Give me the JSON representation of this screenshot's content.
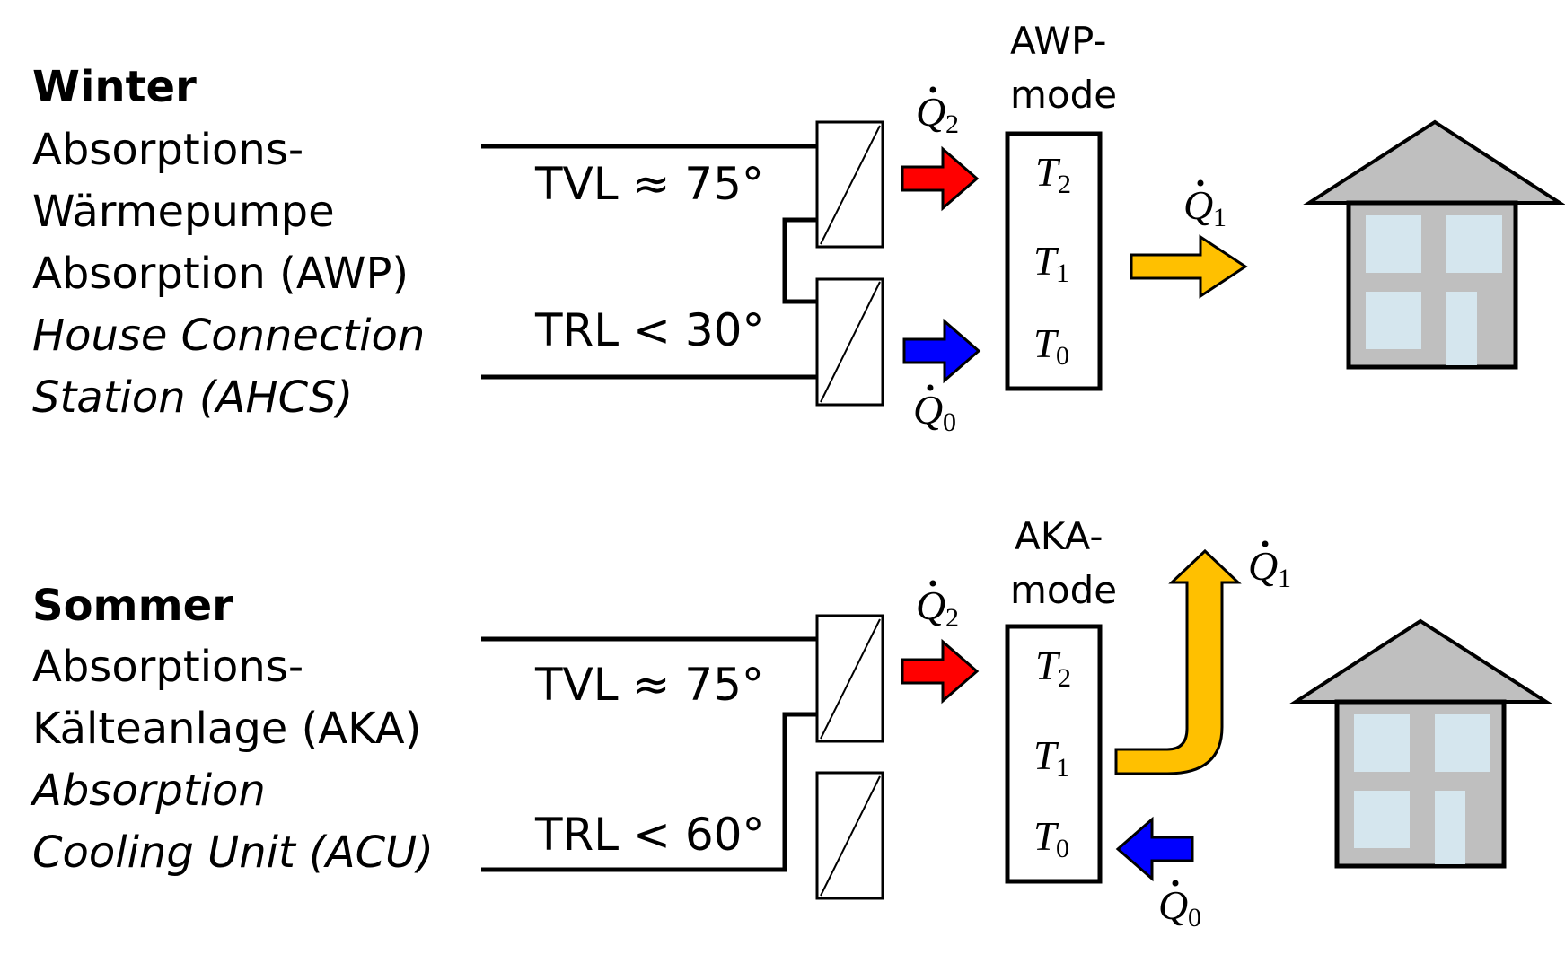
{
  "winter": {
    "title": "Winter",
    "line1": "Absorptions-",
    "line2": "Wärmepumpe",
    "line3": "Absorption (AWP)",
    "line4": "House Connection",
    "line5": "Station (AHCS)",
    "tvl": "TVL ≈ 75°",
    "trl": "TRL < 30°",
    "mode_line1": "AWP-",
    "mode_line2": "mode"
  },
  "summer": {
    "title": "Sommer",
    "line1": "Absorptions-",
    "line2": "Kälteanlage (AKA)",
    "line3": "Absorption",
    "line4": "Cooling Unit (ACU)",
    "tvl": "TVL ≈ 75°",
    "trl": "TRL < 60°",
    "mode_line1": "AKA-",
    "mode_line2": "mode"
  },
  "symbols": {
    "q": "Q",
    "t": "T",
    "sub0": "0",
    "sub1": "1",
    "sub2": "2"
  },
  "colors": {
    "hot": "#ff0000",
    "cold": "#0000ff",
    "heat_out": "#ffc000",
    "roof": "#bfbfbf",
    "wall": "#bfbfbf",
    "window": "#d5e6ee"
  }
}
